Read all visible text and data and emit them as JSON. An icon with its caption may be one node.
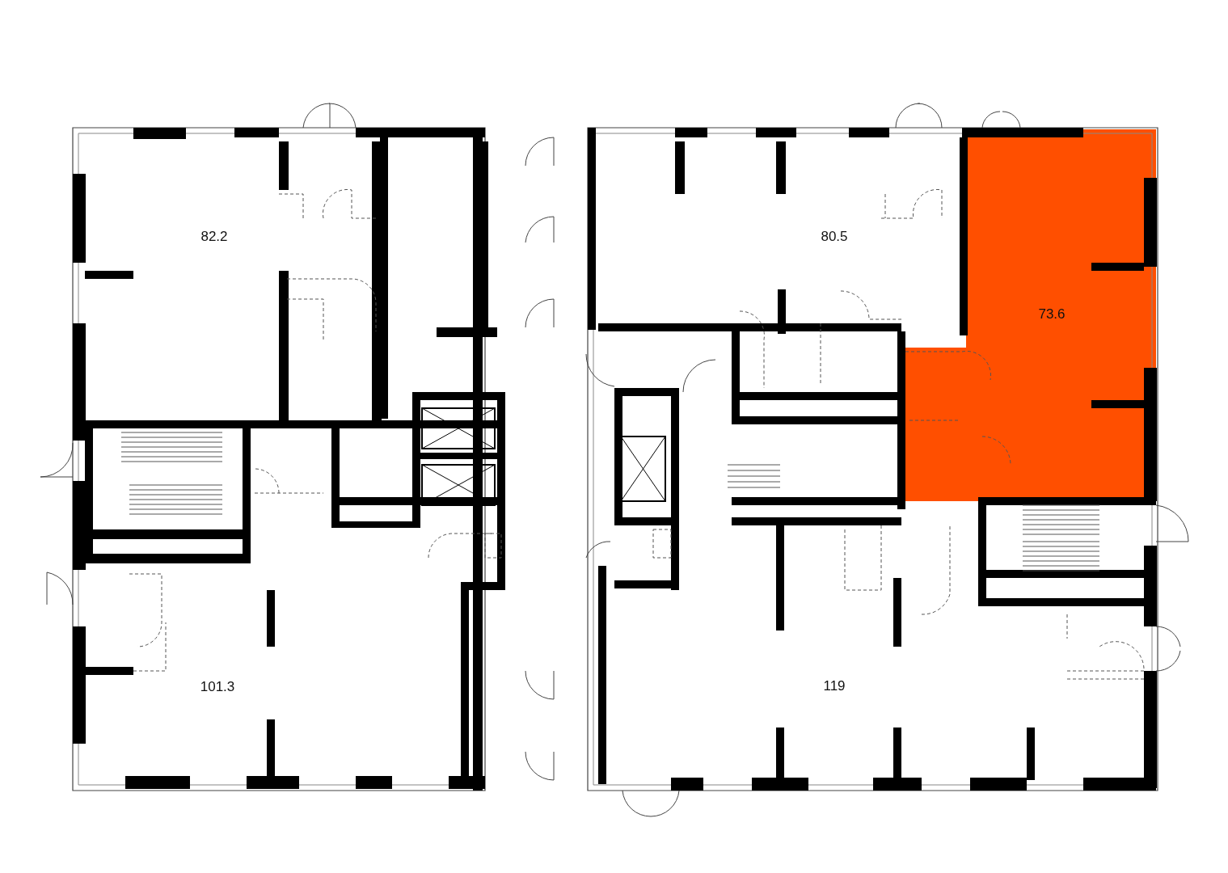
{
  "diagram": {
    "nodes": [
      {
        "text": [
          "82.2"
        ]
      },
      {
        "text": [
          "80.5"
        ]
      },
      {
        "text": [
          "73.6"
        ]
      },
      {
        "text": [
          "101.3"
        ]
      },
      {
        "text": [
          "119"
        ]
      }
    ]
  }
}
